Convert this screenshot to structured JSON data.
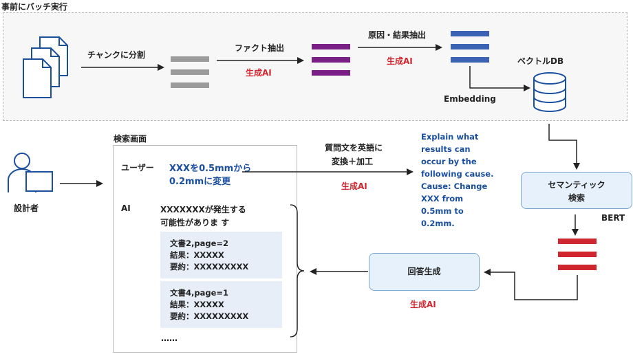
{
  "batch": {
    "title": "事前にバッチ実行"
  },
  "steps": {
    "chunk_label": "チャンクに分割",
    "fact_label": "ファクト抽出",
    "fact_ai": "生成AI",
    "cause_label": "原因・結果抽出",
    "cause_ai": "生成AI",
    "vector_db_label": "ベクトルDB",
    "embedding_label": "Embedding"
  },
  "user": {
    "label": "設計者"
  },
  "search_screen": {
    "title": "検索画面",
    "user_tag": "ユーザー",
    "user_query_line1": "XXXを0.5mmから",
    "user_query_line2": "0.2mmに変更",
    "ai_tag": "AI",
    "ai_answer_line1": "XXXXXXXが発生する",
    "ai_answer_line2": "可能性がありま す",
    "docs": [
      {
        "title": "文書2,page=2",
        "result": "結果：XXXXX",
        "summary": "要約：XXXXXXXXX"
      },
      {
        "title": "文書4,page=1",
        "result": "結果：XXXXX",
        "summary": "要約：XXXXXXXXX"
      }
    ],
    "ellipsis": "……"
  },
  "translate": {
    "label_line1": "質問文を英語に",
    "label_line2": "変換＋加工",
    "ai": "生成AI"
  },
  "english_query": [
    "Explain what",
    "results can",
    "occur by the",
    "following cause.",
    "Cause: Change",
    "XXX from",
    "0.5mm to",
    "0.2mm."
  ],
  "semantic_search": {
    "line1": "セマンティック",
    "line2": "検索",
    "model": "BERT"
  },
  "answer_gen": {
    "label": "回答生成",
    "ai": "生成AI"
  },
  "colors": {
    "gray": "#9b9b9b",
    "purple": "#7a1f86",
    "blue": "#3a63b4",
    "red": "#d0262f",
    "ai_red": "#d0262f",
    "query_blue": "#1a4fa0"
  }
}
